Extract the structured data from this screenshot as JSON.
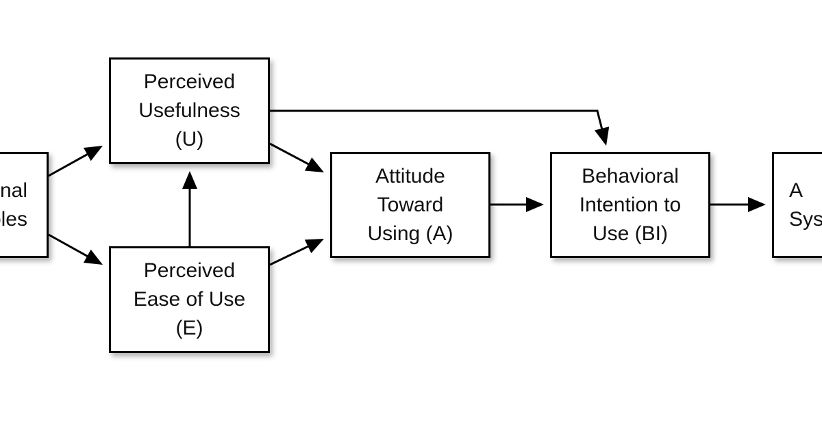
{
  "diagram": {
    "nodes": {
      "external_variables": {
        "lines": [
          "nal",
          "bles"
        ]
      },
      "perceived_usefulness": {
        "lines": [
          "Perceived",
          "Usefulness",
          "(U)"
        ]
      },
      "perceived_ease_of_use": {
        "lines": [
          "Perceived",
          "Ease of Use",
          "(E)"
        ]
      },
      "attitude_toward_using": {
        "lines": [
          "Attitude",
          "Toward",
          "Using (A)"
        ]
      },
      "behavioral_intention": {
        "lines": [
          "Behavioral",
          "Intention to",
          "Use (BI)"
        ]
      },
      "actual_system_use": {
        "lines": [
          "A",
          "Sys"
        ]
      }
    },
    "edges": [
      {
        "from": "external_variables",
        "to": "perceived_usefulness"
      },
      {
        "from": "external_variables",
        "to": "perceived_ease_of_use"
      },
      {
        "from": "perceived_ease_of_use",
        "to": "perceived_usefulness"
      },
      {
        "from": "perceived_usefulness",
        "to": "attitude_toward_using"
      },
      {
        "from": "perceived_ease_of_use",
        "to": "attitude_toward_using"
      },
      {
        "from": "perceived_usefulness",
        "to": "behavioral_intention"
      },
      {
        "from": "attitude_toward_using",
        "to": "behavioral_intention"
      },
      {
        "from": "behavioral_intention",
        "to": "actual_system_use"
      }
    ]
  }
}
